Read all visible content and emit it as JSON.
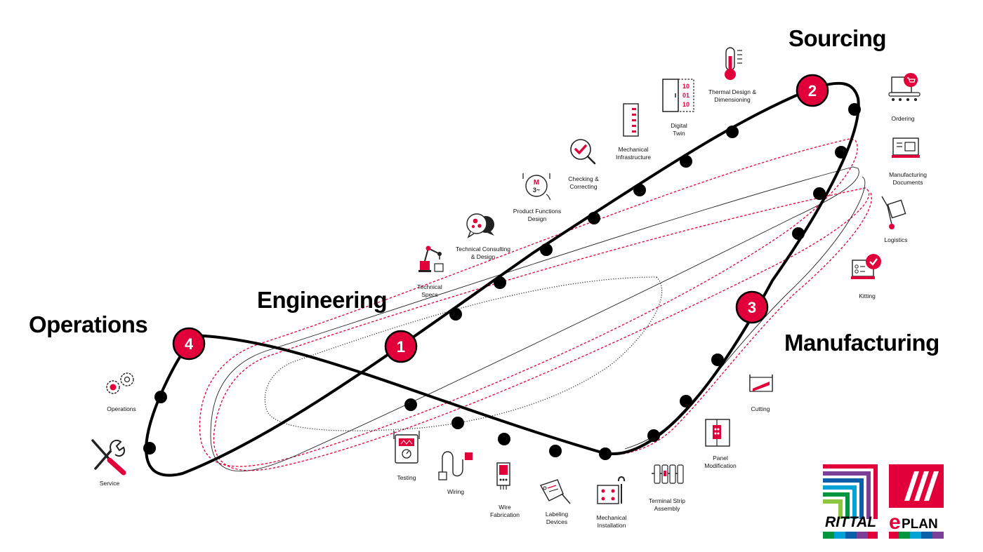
{
  "colors": {
    "accent": "#e2003b",
    "ink": "#000000"
  },
  "phases": {
    "operations": "Operations",
    "engineering": "Engineering",
    "sourcing": "Sourcing",
    "manufacturing": "Manufacturing"
  },
  "badges": [
    "1",
    "2",
    "3",
    "4"
  ],
  "steps": {
    "technical_specs": "Technical\nSpecs",
    "technical_consulting": "Technical Consulting\n& Design",
    "product_functions": "Product Functions\nDesign",
    "checking": "Checking &\nCorrecting",
    "mechanical_infrastructure": "Mechanical\nInfrastructure",
    "digital_twin": "Digital\nTwin",
    "thermal_design": "Thermal Design &\nDimensioning",
    "ordering": "Ordering",
    "manufacturing_documents": "Manufacturing\nDocuments",
    "logistics": "Logistics",
    "kitting": "Kitting",
    "cutting": "Cutting",
    "panel_modification": "Panel\nModification",
    "terminal_strip": "Terminal Strip\nAssembly",
    "mechanical_installation": "Mechanical\nInstallation",
    "labeling_devices": "Labeling\nDevices",
    "wire_fabrication": "Wire\nFabrication",
    "wiring": "Wiring",
    "testing": "Testing",
    "operations": "Operations",
    "service": "Service"
  },
  "icon_text": {
    "motor_m": "M",
    "motor_phase": "3~",
    "binary": [
      "10",
      "01",
      "10"
    ]
  },
  "logos": {
    "rittal": "RITTAL",
    "eplan_e": "e",
    "eplan_plan": "PLAN"
  }
}
